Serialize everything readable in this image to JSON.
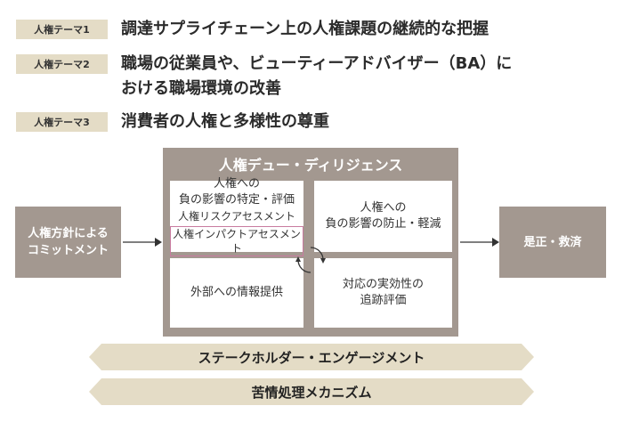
{
  "themes": [
    {
      "tag": "人権テーマ1",
      "lines": [
        "調達サプライチェーン上の人権課題の継続的な把握"
      ]
    },
    {
      "tag": "人権テーマ2",
      "lines": [
        "職場の従業員や、ビューティーアドバイザー（BA）に",
        "おける職場環境の改善"
      ]
    },
    {
      "tag": "人権テーマ3",
      "lines": [
        "消費者の人権と多様性の尊重"
      ]
    }
  ],
  "left_box": {
    "line1": "人権方針による",
    "line2": "コミットメント"
  },
  "due_diligence": {
    "title": "人権デュー・ディリジェンス",
    "cell_identify": {
      "line1": "人権への",
      "line2": "負の影響の特定・評価",
      "line3": "人権リスクアセスメント",
      "highlight": "人権インパクトアセスメント"
    },
    "cell_prevent": {
      "line1": "人権への",
      "line2": "負の影響の防止・軽減"
    },
    "cell_disclose": {
      "line1": "外部への情報提供"
    },
    "cell_track": {
      "line1": "対応の実効性の",
      "line2": "追跡評価"
    }
  },
  "right_box": {
    "label": "是正・救済"
  },
  "banners": {
    "stakeholder": "ステークホルダー・エンゲージメント",
    "grievance": "苦情処理メカニズム"
  },
  "colors": {
    "tag_bg": "#e4dcc6",
    "box_gray": "#a39890",
    "banner_bg": "#e4dcc6",
    "highlight_border": "#c97ba0"
  }
}
